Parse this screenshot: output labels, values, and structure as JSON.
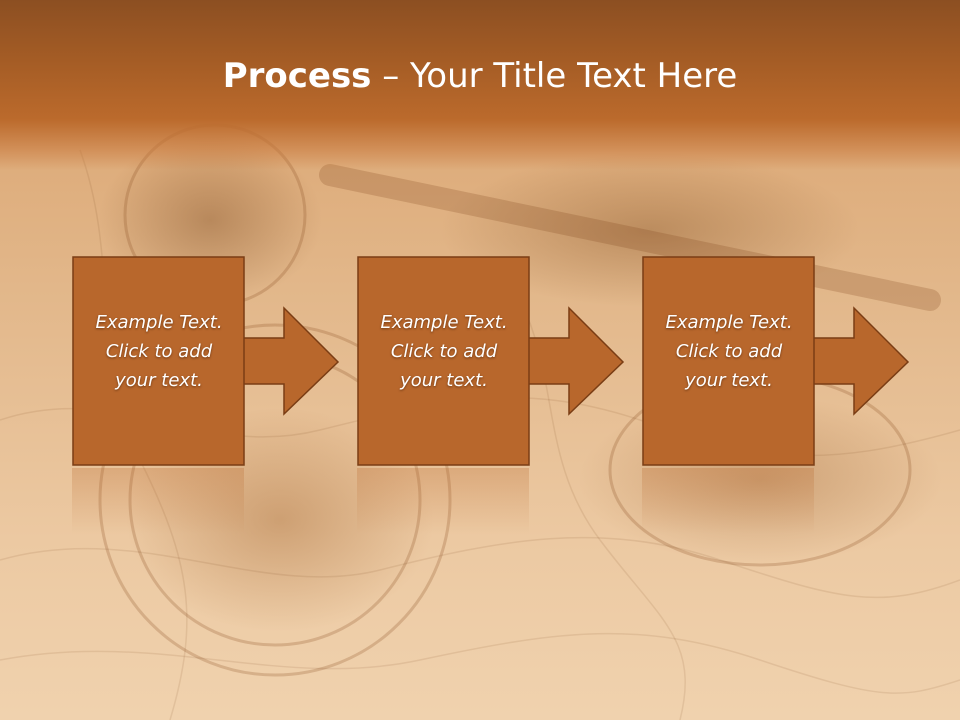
{
  "title": {
    "bold": "Process",
    "rest": " – Your Title Text Here"
  },
  "steps": [
    {
      "lines": [
        "Example Text.",
        "Click  to add",
        "your text."
      ]
    },
    {
      "lines": [
        "Example Text.",
        "Click  to add",
        "your text."
      ]
    },
    {
      "lines": [
        "Example Text.",
        "Click  to add",
        "your text."
      ]
    }
  ],
  "colors": {
    "header": "#a45c25",
    "box_fill": "#b8672c",
    "box_border": "#7a3d14",
    "title_text": "#ffffff"
  }
}
